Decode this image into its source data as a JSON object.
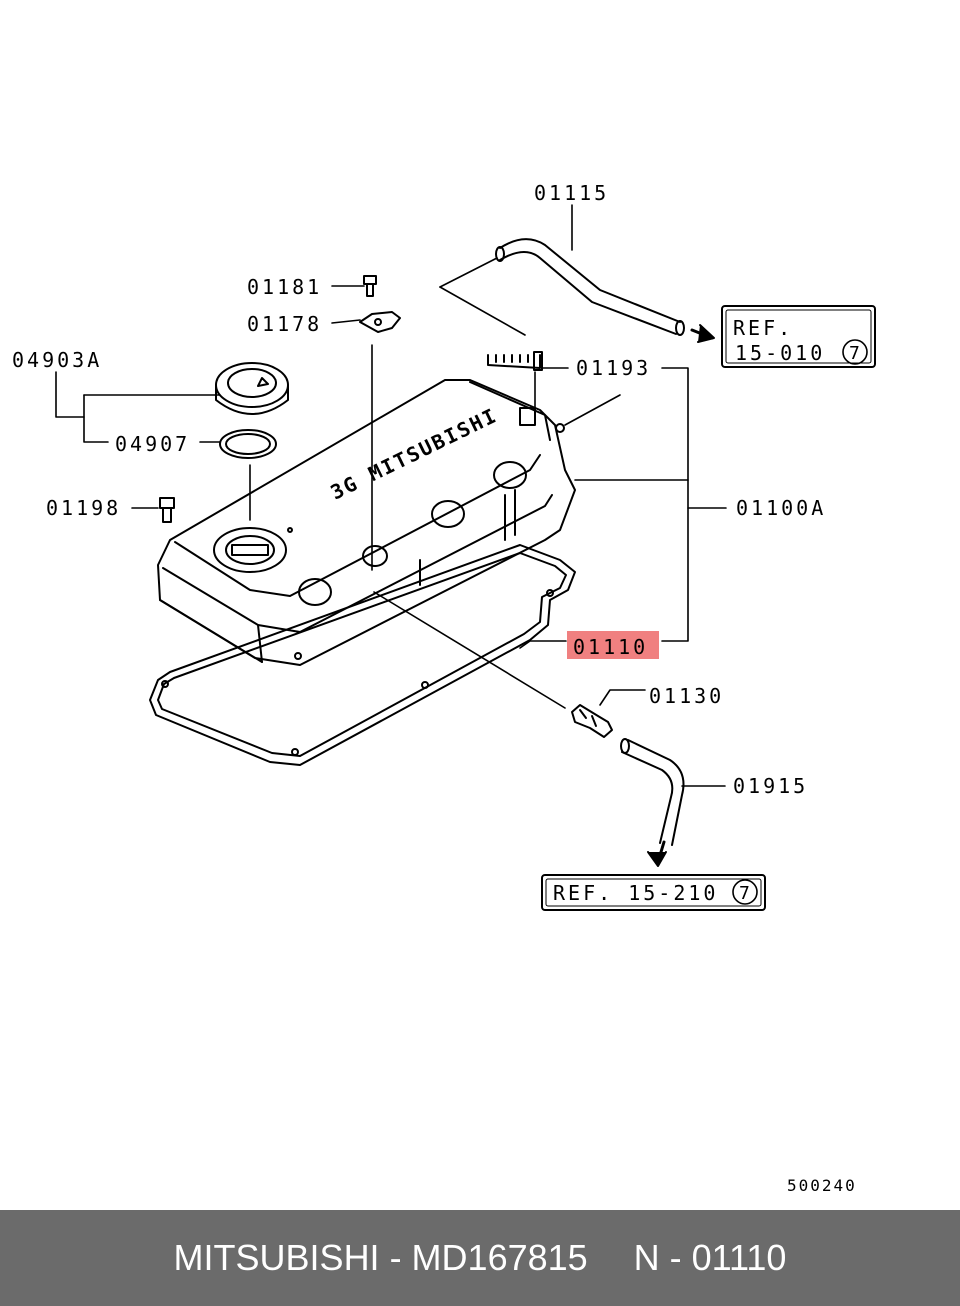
{
  "labels": {
    "p01115": "01115",
    "p01181": "01181",
    "p01178": "01178",
    "p04903A": "04903A",
    "p04907": "04907",
    "p01193": "01193",
    "p01198": "01198",
    "p01100A": "01100A",
    "p01110": "01110",
    "p01130": "01130",
    "p01915": "01915"
  },
  "ref_boxes": {
    "ref1_line1": "REF.",
    "ref1_line2": "15-010",
    "ref1_circle": "7",
    "ref2_text": "REF. 15-210",
    "ref2_circle": "7"
  },
  "cover_text": "3G MITSUBISHI",
  "diagram_code": "500240",
  "highlight_color": "#f08080",
  "footer": {
    "brand": "MITSUBISHI - MD167815",
    "part": "N - 01110"
  }
}
